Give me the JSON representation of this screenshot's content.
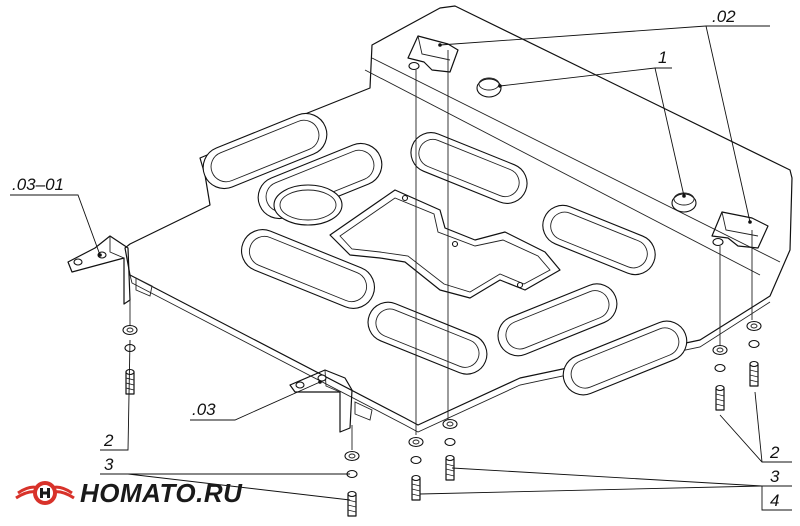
{
  "callouts": {
    "part_02": ".02",
    "part_1": "1",
    "part_03_01": ".03–01",
    "part_03": ".03",
    "left_2": "2",
    "left_3": "3",
    "right_2": "2",
    "right_3": "3",
    "right_4": "4"
  },
  "brand": {
    "name": "HOMATO.RU",
    "colors": {
      "red": "#d8322a",
      "dark": "#1a1a1a"
    }
  }
}
